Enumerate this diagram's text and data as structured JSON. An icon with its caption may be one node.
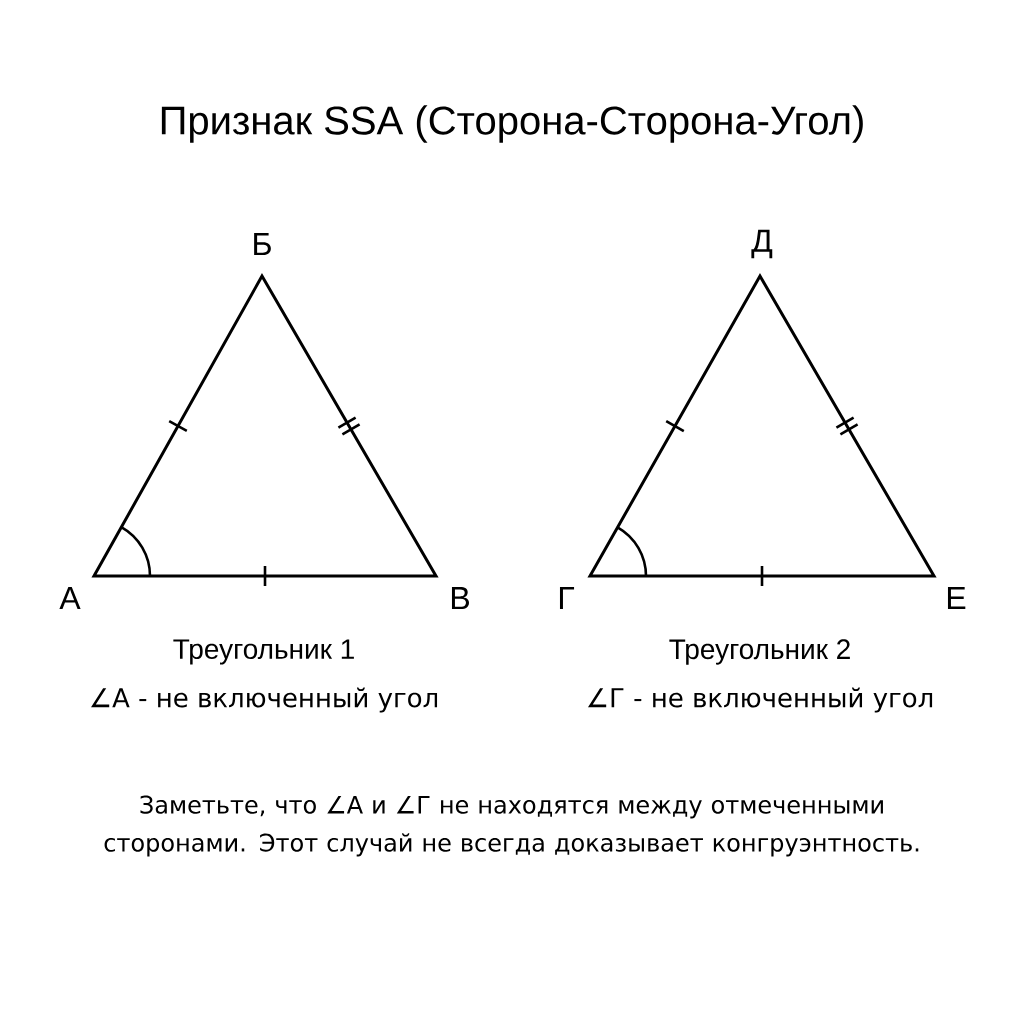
{
  "diagram": {
    "title": "Признак SSA (Сторона-Сторона-Угол)",
    "labels": [
      "А",
      "Б",
      "В",
      "Г",
      "Д",
      "Е",
      "Треугольник 1",
      "∠А - не включенный угол",
      "Треугольник 2",
      "∠Г - не включенный угол",
      "Заметьте, что ∠А и ∠Г не находятся между отмеченными сторонами. Этот случай не всегда доказывает конгруэнтность."
    ]
  }
}
